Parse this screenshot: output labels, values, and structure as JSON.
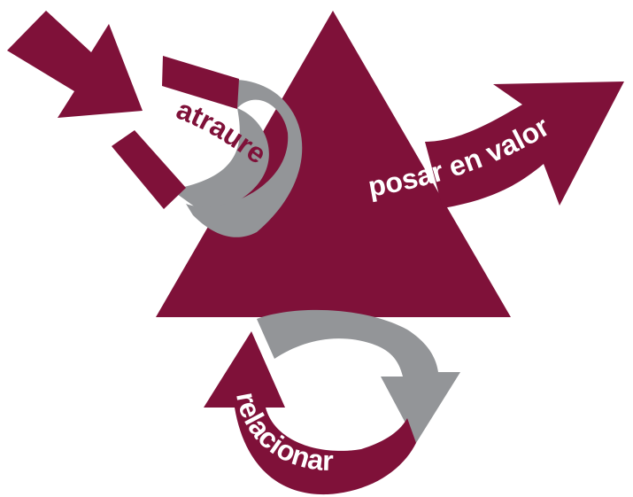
{
  "diagram": {
    "labels": {
      "attract": "atraure",
      "highlight": "posar en valor",
      "relate": "relacionar"
    },
    "colors": {
      "primary": "#7f1139",
      "secondary": "#939598",
      "text_on_primary": "#ffffff",
      "background": "#ffffff"
    },
    "icons": [
      "triangle",
      "magnet",
      "arrow-in",
      "arrow-out",
      "cycle-arrows"
    ]
  }
}
